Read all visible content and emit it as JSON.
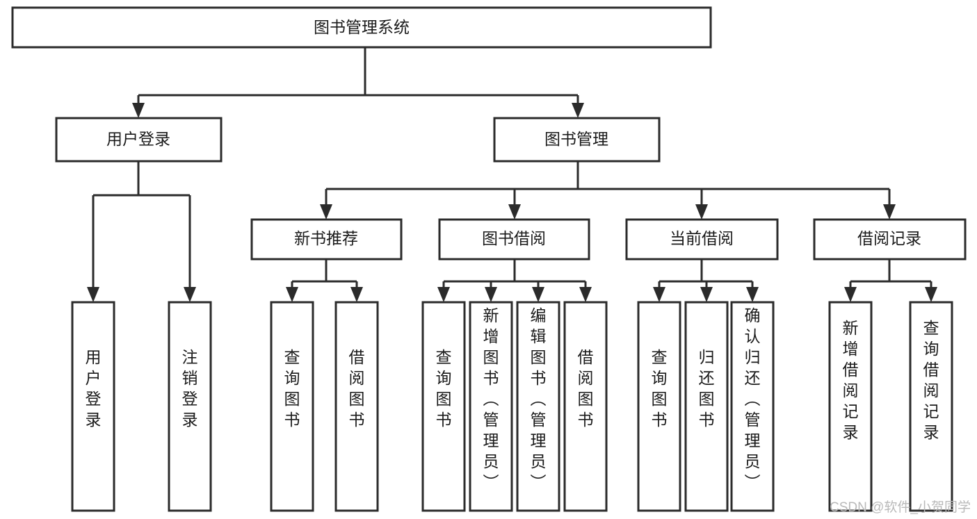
{
  "diagram": {
    "type": "tree-hierarchy-chart",
    "title_node": "图书管理系统",
    "colors": {
      "stroke": "#2b2b2b",
      "fill": "#ffffff",
      "text": "#1a1a1a",
      "watermark": "#b9b9b9"
    },
    "levels": {
      "root": {
        "label": "图书管理系统"
      },
      "level2": [
        {
          "label": "用户登录"
        },
        {
          "label": "图书管理"
        }
      ],
      "level3": [
        {
          "label": "新书推荐"
        },
        {
          "label": "图书借阅"
        },
        {
          "label": "当前借阅"
        },
        {
          "label": "借阅记录"
        }
      ],
      "leaves": {
        "user_login": [
          {
            "label": "用户登录"
          },
          {
            "label": "注销登录"
          }
        ],
        "new_book_recommend": [
          {
            "label": "查询图书"
          },
          {
            "label": "借阅图书"
          }
        ],
        "book_borrow": [
          {
            "label": "查询图书"
          },
          {
            "label": "新增图书（管理员）"
          },
          {
            "label": "编辑图书（管理员）"
          },
          {
            "label": "借阅图书"
          }
        ],
        "current_borrow": [
          {
            "label": "查询图书"
          },
          {
            "label": "归还图书"
          },
          {
            "label": "确认归还（管理员）"
          }
        ],
        "borrow_record": [
          {
            "label": "新增借阅记录"
          },
          {
            "label": "查询借阅记录"
          }
        ]
      }
    }
  },
  "watermark": {
    "text": "CSDN @软件_小贺同学"
  }
}
